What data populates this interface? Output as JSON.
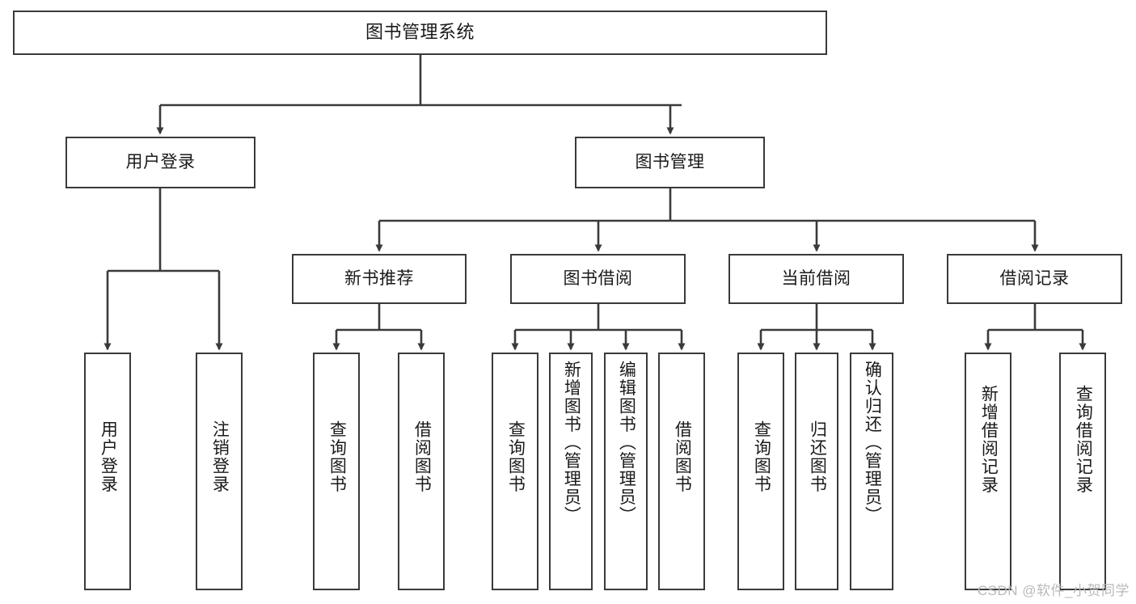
{
  "diagram": {
    "type": "tree-hierarchy-chart",
    "title": "图书管理系统",
    "style": {
      "box_stroke": "#3a3a3a",
      "box_fill": "#ffffff",
      "connector_stroke": "#3a3a3a",
      "text_color": "#1a1a1a",
      "background": "#ffffff"
    },
    "levels": {
      "root": {
        "label": "图书管理系统"
      },
      "level2": [
        {
          "id": "user-login",
          "label": "用户登录"
        },
        {
          "id": "book-management",
          "label": "图书管理"
        }
      ],
      "level3": [
        {
          "id": "new-book-recommend",
          "label": "新书推荐",
          "parent": "book-management"
        },
        {
          "id": "book-borrow",
          "label": "图书借阅",
          "parent": "book-management"
        },
        {
          "id": "current-borrow",
          "label": "当前借阅",
          "parent": "book-management"
        },
        {
          "id": "borrow-record",
          "label": "借阅记录",
          "parent": "book-management"
        }
      ],
      "leaves": [
        {
          "id": "leaf-user-login",
          "label": "用户登录",
          "parent": "user-login"
        },
        {
          "id": "leaf-logout-login",
          "label": "注销登录",
          "parent": "user-login"
        },
        {
          "id": "leaf-query-book-1",
          "label": "查询图书",
          "parent": "new-book-recommend"
        },
        {
          "id": "leaf-borrow-book-1",
          "label": "借阅图书",
          "parent": "new-book-recommend"
        },
        {
          "id": "leaf-query-book-2",
          "label": "查询图书",
          "parent": "book-borrow"
        },
        {
          "id": "leaf-add-book",
          "label": "新增图书（管理员）",
          "parent": "book-borrow"
        },
        {
          "id": "leaf-edit-book",
          "label": "编辑图书（管理员）",
          "parent": "book-borrow"
        },
        {
          "id": "leaf-borrow-book-2",
          "label": "借阅图书",
          "parent": "book-borrow"
        },
        {
          "id": "leaf-query-book-3",
          "label": "查询图书",
          "parent": "current-borrow"
        },
        {
          "id": "leaf-return-book",
          "label": "归还图书",
          "parent": "current-borrow"
        },
        {
          "id": "leaf-confirm-return",
          "label": "确认归还（管理员）",
          "parent": "current-borrow"
        },
        {
          "id": "leaf-add-record",
          "label": "新增借阅记录",
          "parent": "borrow-record"
        },
        {
          "id": "leaf-query-record",
          "label": "查询借阅记录",
          "parent": "borrow-record"
        }
      ]
    },
    "watermark": "CSDN @软件_小贺同学"
  }
}
